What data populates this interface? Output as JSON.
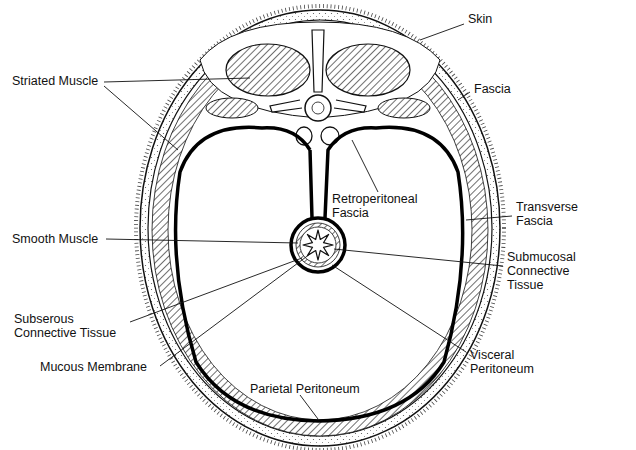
{
  "diagram": {
    "labels": [
      "Skin",
      "Fascia",
      "Striated Muscle",
      "Retroperitoneal Fascia",
      "Transverse Fascia",
      "Smooth Muscle",
      "Submucosal Connective Tissue",
      "Subserous Connective Tissue",
      "Mucous Membrane",
      "Parietal Peritoneum",
      "Visceral Peritoneum"
    ]
  }
}
